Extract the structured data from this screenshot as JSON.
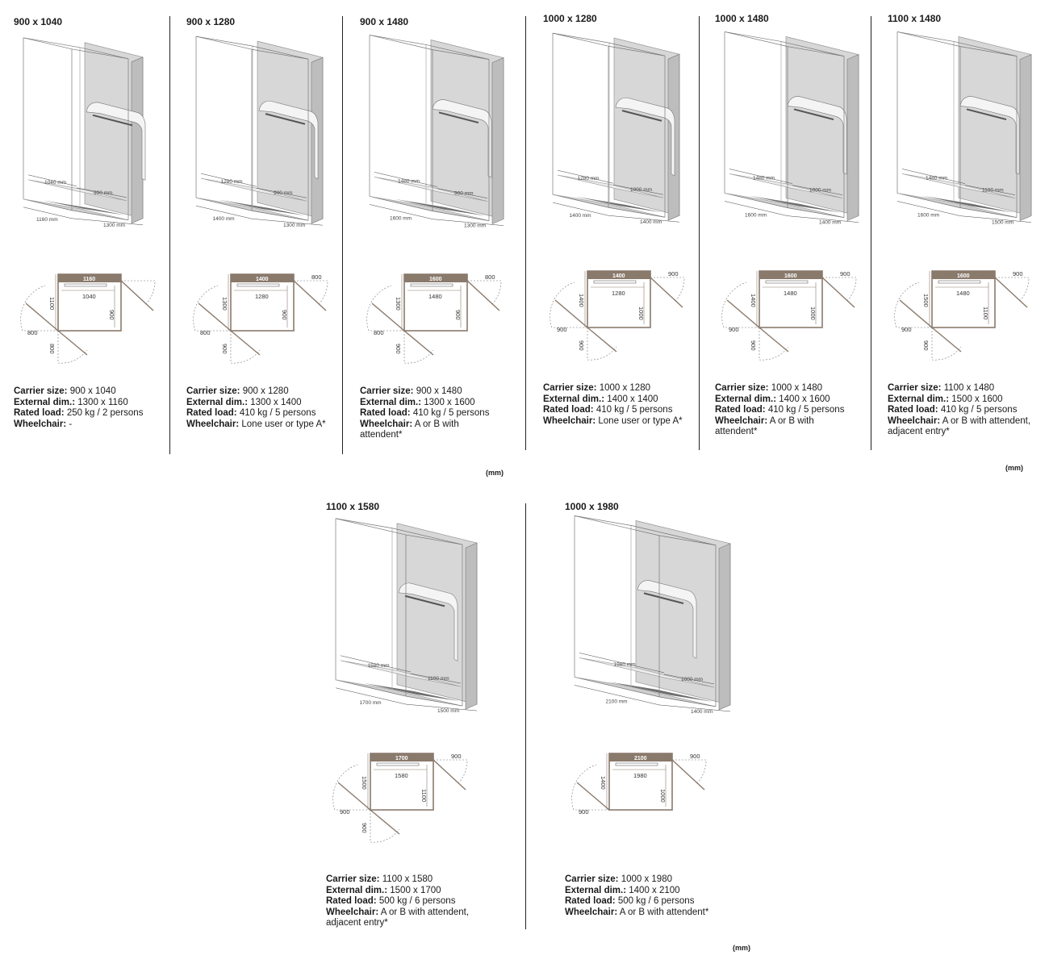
{
  "labels": {
    "carrier": "Carrier size:",
    "external": "External dim.:",
    "load": "Rated load:",
    "wheelchair": "Wheelchair:"
  },
  "units": [
    "(mm)",
    "(mm)",
    "(mm)"
  ],
  "models": [
    {
      "title": "900 x 1040",
      "carrier": "900 x 1040",
      "external": "1300 x 1160",
      "load": "250 kg / 2 persons",
      "wheelchair": "-",
      "iso": {
        "depth_label": "1040 mm",
        "width_label": "900 mm",
        "ext_depth_label": "1160 mm",
        "ext_width_label": "1300 mm"
      },
      "plan": {
        "top": "1160",
        "inner": "1040",
        "right": "900",
        "left": "1100",
        "door_top": "",
        "door_side": "800",
        "door_bottom": "800"
      }
    },
    {
      "title": "900 x 1280",
      "carrier": "900 x 1280",
      "external": "1300 x 1400",
      "load": "410 kg / 5 persons",
      "wheelchair": "Lone user or type A*",
      "iso": {
        "depth_label": "1280 mm",
        "width_label": "900 mm",
        "ext_depth_label": "1400 mm",
        "ext_width_label": "1300 mm"
      },
      "plan": {
        "top": "1400",
        "inner": "1280",
        "right": "900",
        "left": "1300",
        "door_top": "800",
        "door_side": "800",
        "door_bottom": "900"
      }
    },
    {
      "title": "900 x 1480",
      "carrier": "900 x 1480",
      "external": "1300 x 1600",
      "load": "410 kg / 5 persons",
      "wheelchair": "A or B with attendent*",
      "iso": {
        "depth_label": "1480 mm",
        "width_label": "900 mm",
        "ext_depth_label": "1600 mm",
        "ext_width_label": "1300 mm"
      },
      "plan": {
        "top": "1600",
        "inner": "1480",
        "right": "900",
        "left": "1300",
        "door_top": "800",
        "door_side": "800",
        "door_bottom": "900"
      }
    },
    {
      "title": "1000 x 1280",
      "carrier": "1000 x 1280",
      "external": "1400 x 1400",
      "load": "410 kg / 5 persons",
      "wheelchair": "Lone user or type A*",
      "iso": {
        "depth_label": "1280 mm",
        "width_label": "1000 mm",
        "ext_depth_label": "1400 mm",
        "ext_width_label": "1400 mm"
      },
      "plan": {
        "top": "1400",
        "inner": "1280",
        "right": "1000",
        "left": "1400",
        "door_top": "900",
        "door_side": "900",
        "door_bottom": "900"
      }
    },
    {
      "title": "1000 x 1480",
      "carrier": "1000 x 1480",
      "external": "1400 x 1600",
      "load": "410 kg / 5 persons",
      "wheelchair": "A or B with attendent*",
      "iso": {
        "depth_label": "1480 mm",
        "width_label": "1000 mm",
        "ext_depth_label": "1600 mm",
        "ext_width_label": "1400 mm"
      },
      "plan": {
        "top": "1600",
        "inner": "1480",
        "right": "1000",
        "left": "1400",
        "door_top": "900",
        "door_side": "900",
        "door_bottom": "900"
      }
    },
    {
      "title": "1100 x 1480",
      "carrier": "1100 x 1480",
      "external": "1500 x 1600",
      "load": "410 kg / 5 persons",
      "wheelchair": "A or B with attendent, adjacent entry*",
      "iso": {
        "depth_label": "1480 mm",
        "width_label": "1100 mm",
        "ext_depth_label": "1600 mm",
        "ext_width_label": "1500 mm"
      },
      "plan": {
        "top": "1600",
        "inner": "1480",
        "right": "1100",
        "left": "1500",
        "door_top": "900",
        "door_side": "900",
        "door_bottom": "900"
      }
    },
    {
      "title": "1100 x 1580",
      "carrier": "1100 x 1580",
      "external": "1500 x 1700",
      "load": "500 kg / 6 persons",
      "wheelchair": "A or B with attendent, adjacent entry*",
      "iso": {
        "depth_label": "1580 mm",
        "width_label": "1100 mm",
        "ext_depth_label": "1700 mm",
        "ext_width_label": "1500 mm"
      },
      "plan": {
        "top": "1700",
        "inner": "1580",
        "right": "1100",
        "left": "1500",
        "door_top": "900",
        "door_side": "900",
        "door_bottom": "900"
      }
    },
    {
      "title": "1000 x 1980",
      "carrier": "1000 x 1980",
      "external": "1400 x 2100",
      "load": "500 kg / 6 persons",
      "wheelchair": "A or B with attendent*",
      "iso": {
        "depth_label": "1980 mm",
        "width_label": "1000 mm",
        "ext_depth_label": "2100 mm",
        "ext_width_label": "1400 mm"
      },
      "plan": {
        "top": "2100",
        "inner": "1980",
        "right": "1000",
        "left": "1400",
        "door_top": "900",
        "door_side": "900",
        "door_bottom": ""
      }
    }
  ]
}
